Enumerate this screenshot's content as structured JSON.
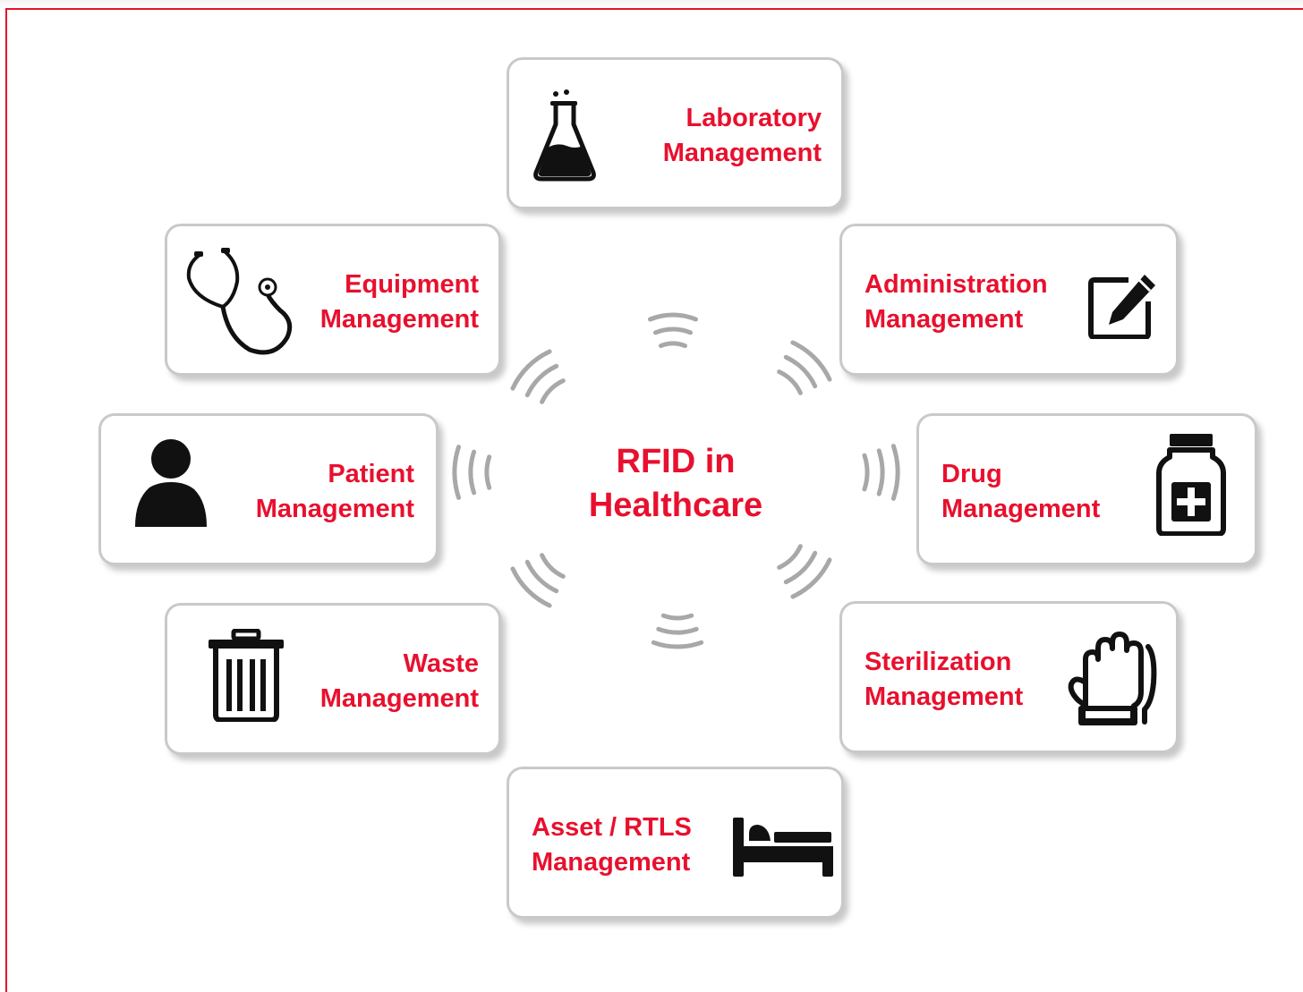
{
  "center": {
    "line1": "RFID in",
    "line2": "Healthcare"
  },
  "colors": {
    "accent": "#e8102e",
    "wave": "#a8a8a8",
    "card_border": "#c9c9c9",
    "icon": "#111111"
  },
  "cards": {
    "laboratory": {
      "line1": "Laboratory",
      "line2": "Management",
      "icon": "flask-icon"
    },
    "administration": {
      "line1": "Administration",
      "line2": "Management",
      "icon": "edit-icon"
    },
    "drug": {
      "line1": "Drug",
      "line2": "Management",
      "icon": "medicine-bottle-icon"
    },
    "sterilization": {
      "line1": "Sterilization",
      "line2": "Management",
      "icon": "glove-icon"
    },
    "asset": {
      "line1": "Asset / RTLS",
      "line2": "Management",
      "icon": "bed-icon"
    },
    "waste": {
      "line1": "Waste",
      "line2": "Management",
      "icon": "trash-icon"
    },
    "patient": {
      "line1": "Patient",
      "line2": "Management",
      "icon": "person-icon"
    },
    "equipment": {
      "line1": "Equipment",
      "line2": "Management",
      "icon": "stethoscope-icon"
    }
  }
}
